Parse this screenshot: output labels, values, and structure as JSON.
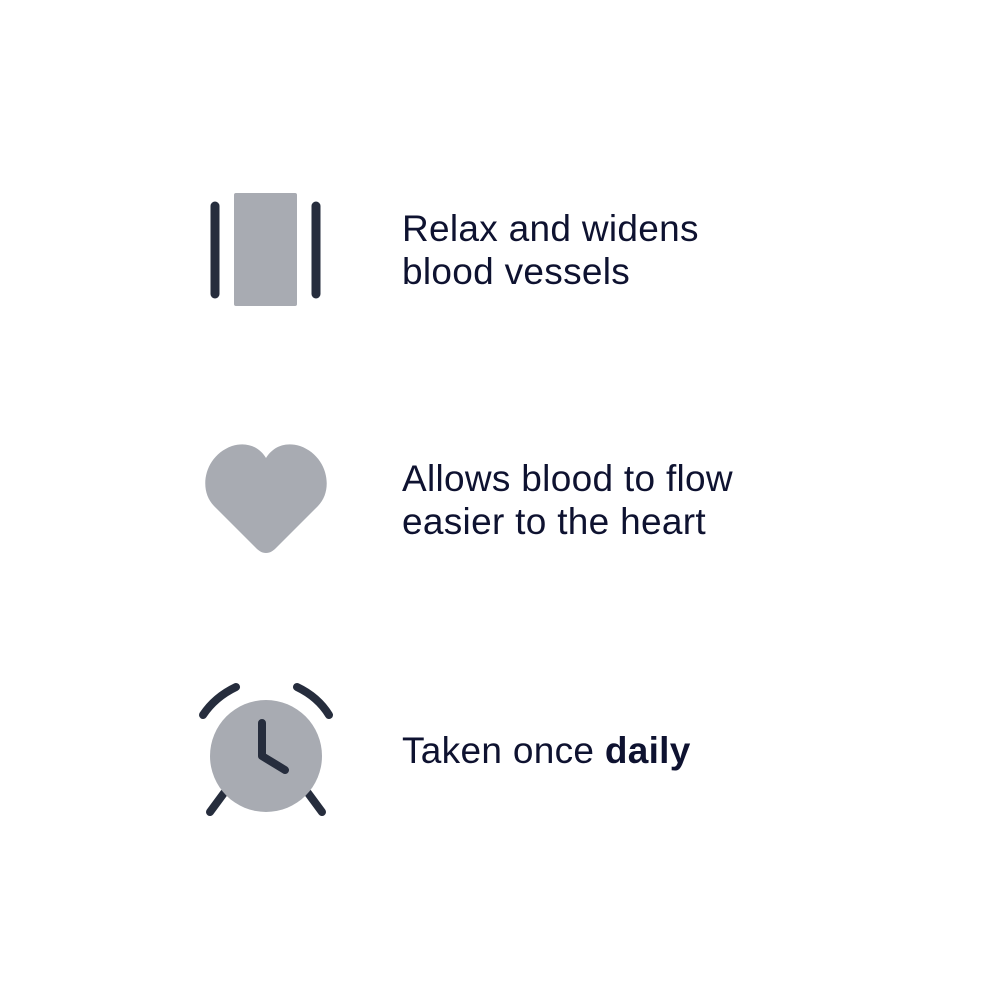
{
  "colors": {
    "text": "#0e1230",
    "icon_dark": "#262d3d",
    "icon_gray": "#a8abb2"
  },
  "features": [
    {
      "icon": "blood-vessel-icon",
      "lines": [
        "Relax and widens",
        "blood vessels"
      ]
    },
    {
      "icon": "heart-icon",
      "lines": [
        "Allows blood to flow",
        "easier to the heart"
      ]
    },
    {
      "icon": "alarm-clock-icon",
      "text": "Taken once ",
      "bold": "daily"
    }
  ]
}
